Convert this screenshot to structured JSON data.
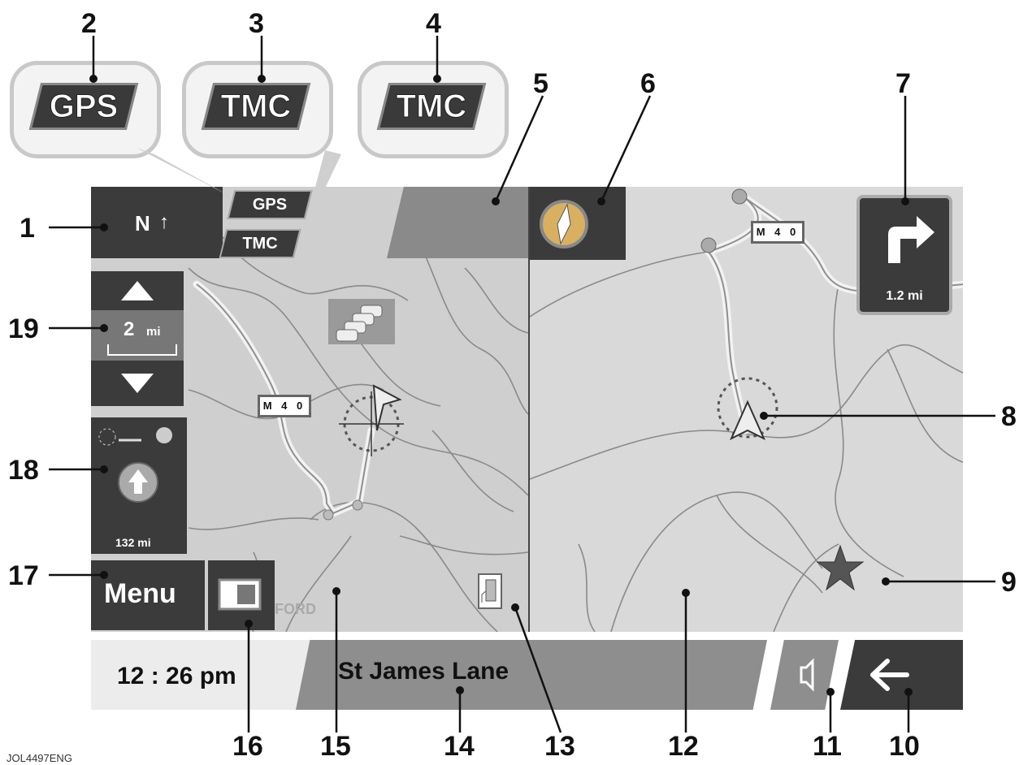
{
  "callouts": [
    "1",
    "2",
    "3",
    "4",
    "5",
    "6",
    "7",
    "8",
    "9",
    "10",
    "11",
    "12",
    "13",
    "14",
    "15",
    "16",
    "17",
    "18",
    "19"
  ],
  "badges": {
    "gps": "GPS",
    "tmc": "TMC"
  },
  "north_button": {
    "label": "N",
    "icon": "arrow-up-icon"
  },
  "zoom": {
    "value": "2",
    "unit": "mi"
  },
  "compass": {
    "icon": "compass-icon"
  },
  "next_turn": {
    "distance": "1.2 mi",
    "icon": "turn-right-arrow-icon"
  },
  "route": {
    "distance": "132 mi"
  },
  "menu": {
    "label": "Menu"
  },
  "ford_watermark": "FORD",
  "status": {
    "time": "12 : 26 pm",
    "street": "St James Lane"
  },
  "road_labels": {
    "left": "M 4 0",
    "right": "M 4 0"
  },
  "icons": {
    "mute": "speaker-icon",
    "back": "back-arrow-icon",
    "fuel": "fuel-station-icon",
    "traffic": "traffic-jam-icon",
    "favorite": "star-icon"
  },
  "figure_code": "JOL4497ENG",
  "colors": {
    "panel": "#3b3b3b",
    "map": "#d0d0d0",
    "road": "#9a9a9a"
  }
}
